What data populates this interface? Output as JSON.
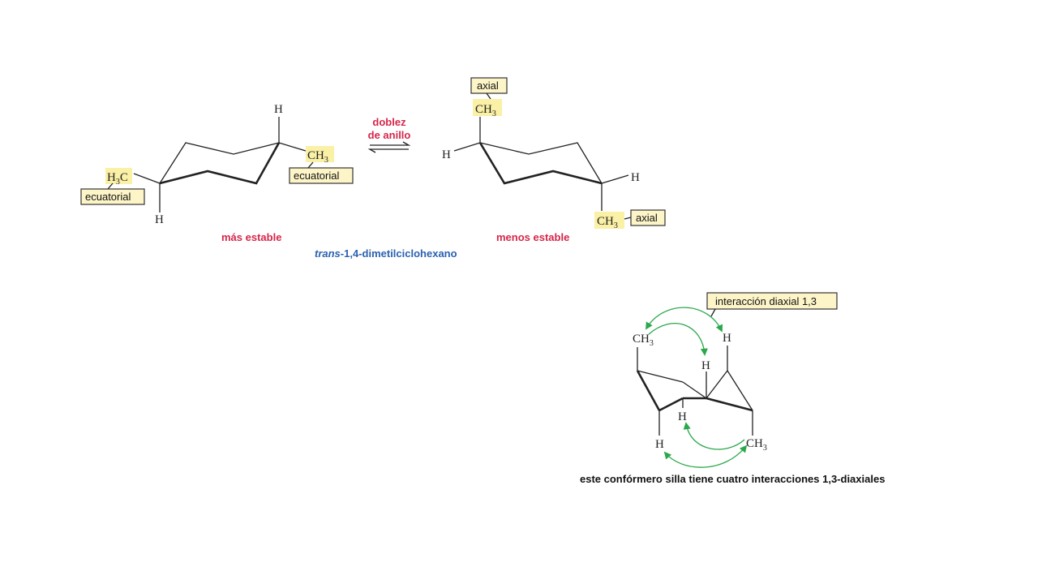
{
  "colors": {
    "highlight": "#faf0a6",
    "label_box": "#fdf5c8",
    "red": "#d6264a",
    "blue": "#2b62b0",
    "arrow_green": "#2aa84a"
  },
  "left_chair": {
    "h_top": "H",
    "ch3_right": "CH",
    "ch3_right_sub": "3",
    "h3c_left": "H",
    "h3c_left_sub": "3",
    "h3c_left_c": "C",
    "h_bottom": "H",
    "label_right": "ecuatorial",
    "label_left": "ecuatorial",
    "stability": "más estable"
  },
  "equilibrium": {
    "line1": "doblez",
    "line2": "de anillo"
  },
  "right_chair": {
    "label_top": "axial",
    "ch3_top": "CH",
    "ch3_top_sub": "3",
    "h_left": "H",
    "h_right": "H",
    "ch3_bottom": "CH",
    "ch3_bottom_sub": "3",
    "label_bottom": "axial",
    "stability": "menos estable"
  },
  "compound": {
    "prefix": "trans",
    "name": "-1,4-dimetilciclohexano"
  },
  "diaxial": {
    "callout": "interacción diaxial 1,3",
    "ch3_top": "CH",
    "ch3_top_sub": "3",
    "h_top_right": "H",
    "h_mid_top": "H",
    "h_mid_bottom": "H",
    "h_bottom_left": "H",
    "ch3_bottom": "CH",
    "ch3_bottom_sub": "3",
    "caption": "este confórmero silla tiene cuatro interacciones 1,3-diaxiales"
  }
}
